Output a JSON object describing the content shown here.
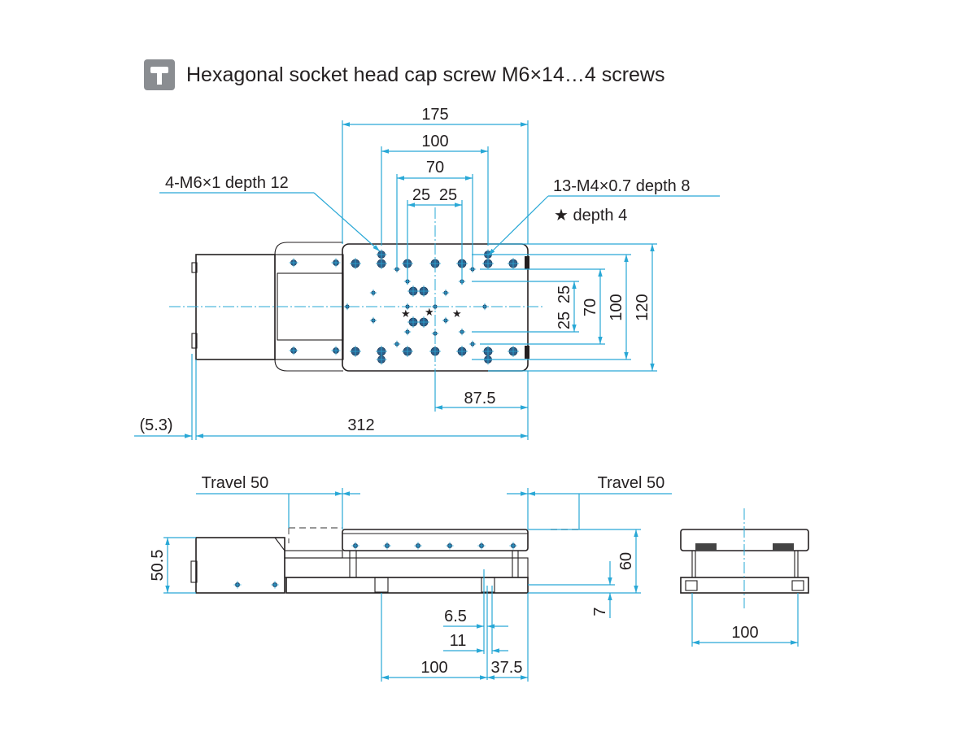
{
  "header": {
    "icon": "screw-icon",
    "title": "Hexagonal socket head cap screw M6×14…4 screws"
  },
  "dimensions": {
    "top_width_175": "175",
    "top_width_100": "100",
    "top_width_70": "70",
    "top_25_left": "25",
    "top_25_right": "25",
    "right_25_upper": "25",
    "right_25_lower": "25",
    "right_70": "70",
    "right_100": "100",
    "right_120": "120",
    "bottom_87_5": "87.5",
    "bottom_312": "312",
    "bottom_5_3": "(5.3)",
    "side_50_5": "50.5",
    "side_60": "60",
    "side_7": "7",
    "side_6_5": "6.5",
    "side_11": "11",
    "side_100": "100",
    "side_37_5": "37.5",
    "end_100": "100"
  },
  "notes": {
    "m6_holes": "4-M6×1 depth 12",
    "m4_holes": "13-M4×0.7 depth 8",
    "star_depth": "★ depth 4",
    "travel_left": "Travel 50",
    "travel_right": "Travel 50"
  },
  "colors": {
    "dimension_line": "#29a8d6",
    "outline": "#231f20",
    "hole": "#2e5f8a",
    "header_icon_bg": "#8a8d91"
  }
}
